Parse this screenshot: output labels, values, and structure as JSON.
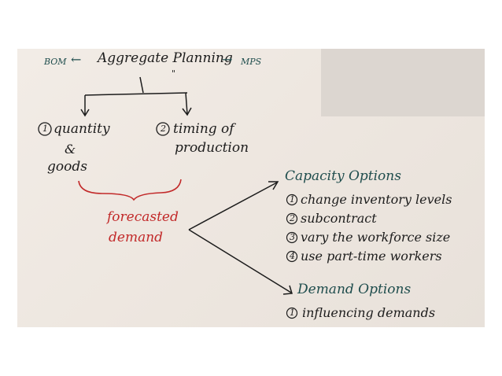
{
  "top": {
    "left_label": "BOM",
    "left_arrow": "←",
    "center": "Aggregate Planning",
    "right_arrow": "→",
    "right_label": "MPS",
    "ditto": "\""
  },
  "branches": {
    "quantity": {
      "num": "1",
      "line1": "quantity",
      "line2": "&",
      "line3": "goods"
    },
    "timing": {
      "num": "2",
      "line1": "timing of",
      "line2": "production"
    }
  },
  "forecast": {
    "line1": "forecasted",
    "line2": "demand"
  },
  "capacity": {
    "title": "Capacity Options",
    "items": [
      {
        "num": "1",
        "text": "change inventory levels"
      },
      {
        "num": "2",
        "text": "subcontract"
      },
      {
        "num": "3",
        "text": "vary the workforce size"
      },
      {
        "num": "4",
        "text": "use part-time workers"
      }
    ]
  },
  "demand": {
    "title": "Demand Options",
    "items": [
      {
        "num": "1",
        "text": "influencing demands"
      }
    ]
  },
  "colors": {
    "ink": "#1c1c1c",
    "teal": "#1f4d4d",
    "red": "#c22a2a",
    "paper": "#efe9e3"
  }
}
